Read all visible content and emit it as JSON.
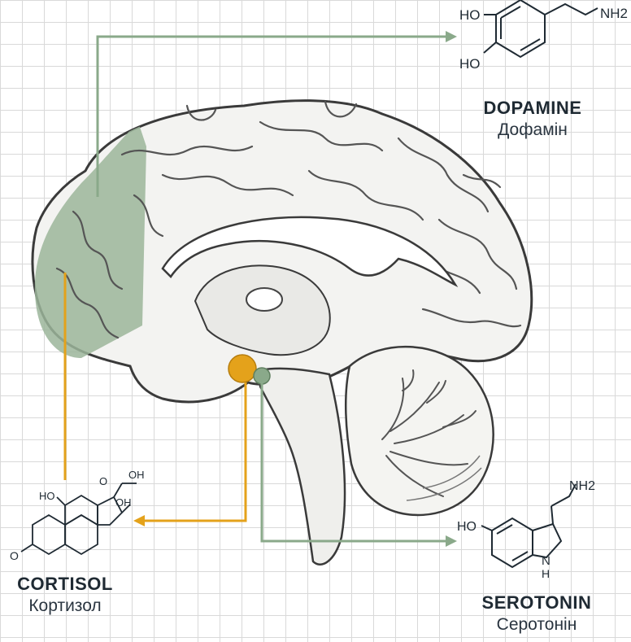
{
  "colors": {
    "green_accent": "#8aa98a",
    "orange_accent": "#e4a21b",
    "green_region": "#9bb59a",
    "grid_line": "#d9d9d9"
  },
  "molecules": {
    "dopamine": {
      "name_en": "DOPAMINE",
      "name_ua": "Дофамін",
      "atoms": {
        "ho_top": "HO",
        "ho_bottom": "HO",
        "amine": "NH2"
      }
    },
    "serotonin": {
      "name_en": "SEROTONIN",
      "name_ua": "Серотонін",
      "atoms": {
        "ho": "HO",
        "amine": "NH2",
        "nh": "N",
        "h": "H"
      }
    },
    "cortisol": {
      "name_en": "CORTISOL",
      "name_ua": "Кортизол",
      "atoms": {
        "ho_left": "HO",
        "oh_top": "OH",
        "oh_side": "OH",
        "o_keto": "O",
        "o_ketone": "O"
      }
    }
  }
}
